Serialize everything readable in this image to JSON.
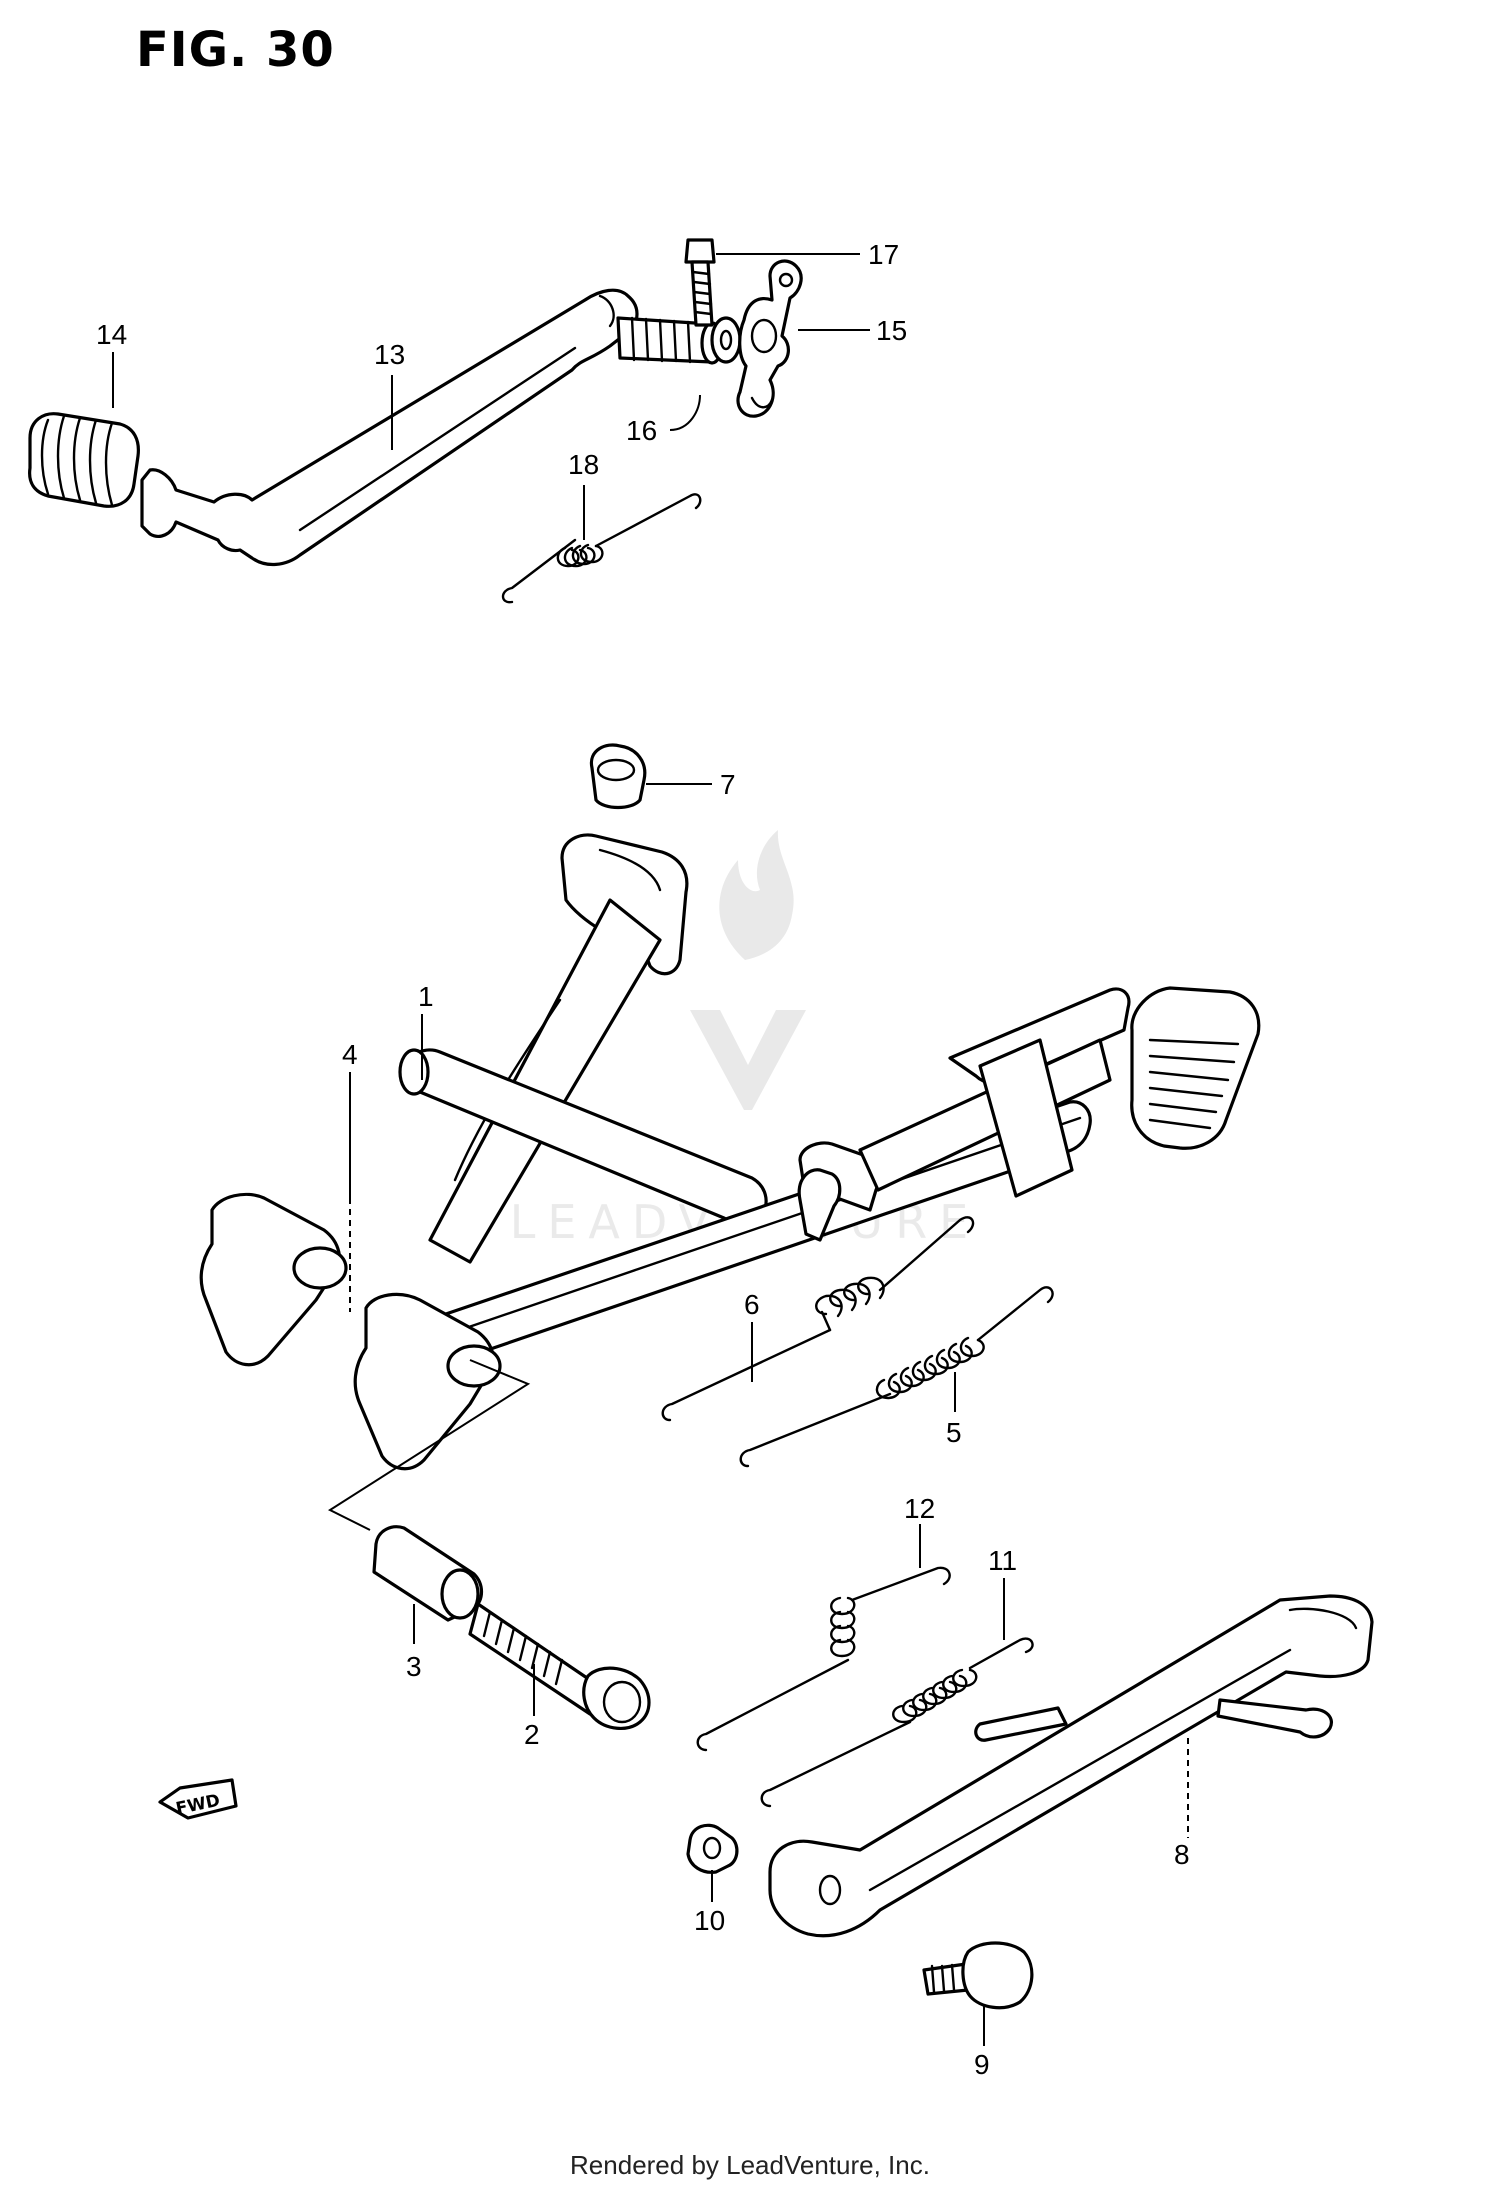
{
  "figure": {
    "title": "FIG. 30"
  },
  "callouts": [
    {
      "id": "1",
      "label": "1"
    },
    {
      "id": "2",
      "label": "2"
    },
    {
      "id": "3",
      "label": "3"
    },
    {
      "id": "4",
      "label": "4"
    },
    {
      "id": "5",
      "label": "5"
    },
    {
      "id": "6",
      "label": "6"
    },
    {
      "id": "7",
      "label": "7"
    },
    {
      "id": "8",
      "label": "8"
    },
    {
      "id": "9",
      "label": "9"
    },
    {
      "id": "10",
      "label": "10"
    },
    {
      "id": "11",
      "label": "11"
    },
    {
      "id": "12",
      "label": "12"
    },
    {
      "id": "13",
      "label": "13"
    },
    {
      "id": "14",
      "label": "14"
    },
    {
      "id": "15",
      "label": "15"
    },
    {
      "id": "16",
      "label": "16"
    },
    {
      "id": "17",
      "label": "17"
    },
    {
      "id": "18",
      "label": "18"
    }
  ],
  "badge": {
    "fwd_label": "FWD"
  },
  "watermark": {
    "text": "LEADVENTURE"
  },
  "footer": {
    "text": "Rendered by LeadVenture, Inc."
  }
}
